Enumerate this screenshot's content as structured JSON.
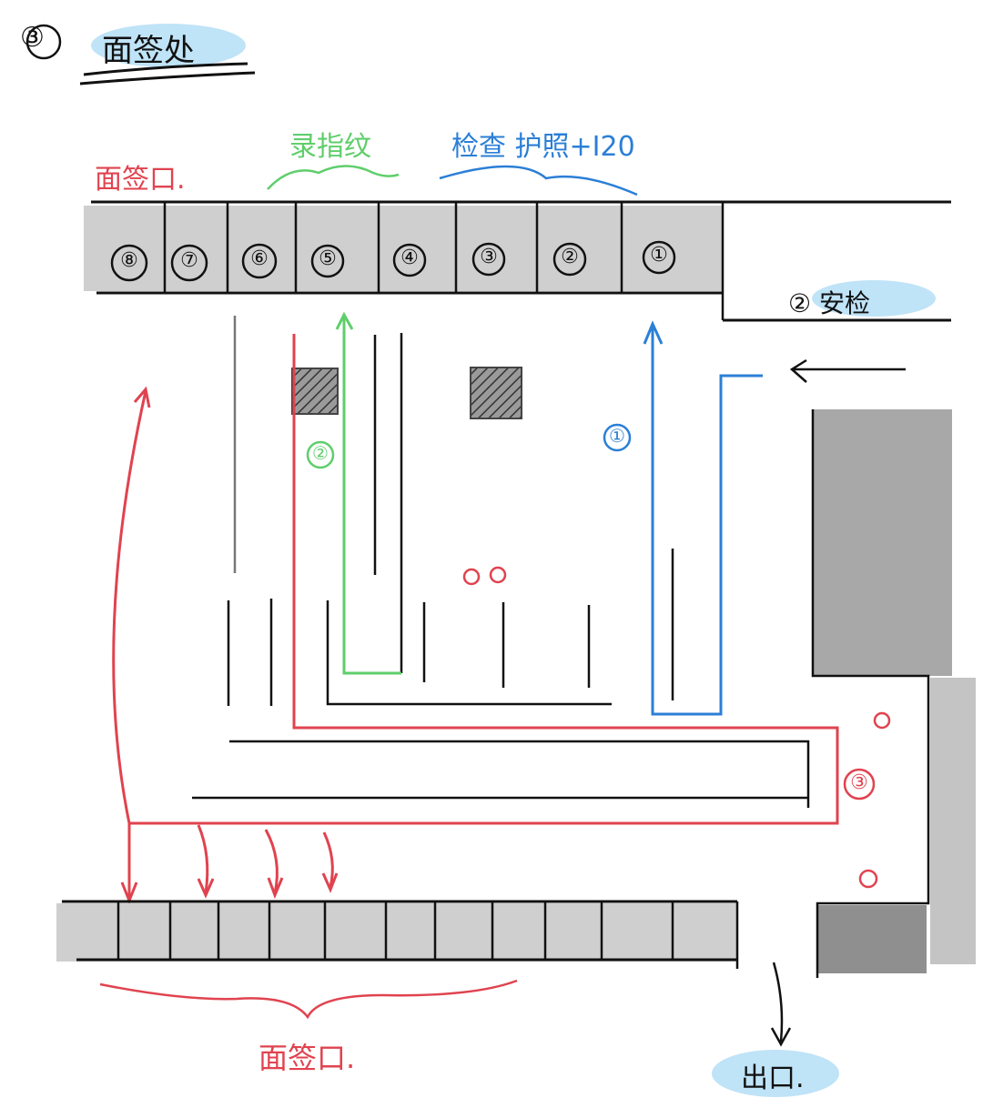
{
  "header": {
    "section_number": "③",
    "section_title": "面签处"
  },
  "annotations": {
    "red_top": "面签口.",
    "green_top": "录指纹",
    "blue_top": "检查 护照+I20",
    "security": "② 安检",
    "route_blue": "①",
    "route_green": "②",
    "route_red": "③",
    "red_bottom": "面签口.",
    "exit": "出口."
  },
  "top_windows": [
    "⑧",
    "⑦",
    "⑥",
    "⑤",
    "④",
    "③",
    "②",
    "①"
  ],
  "colors": {
    "red": "#e0434f",
    "green": "#5fce6b",
    "blue": "#2b7fd6",
    "wall": "#111111",
    "shade": "#c9c9c9",
    "highlight": "#bfe3f7"
  }
}
